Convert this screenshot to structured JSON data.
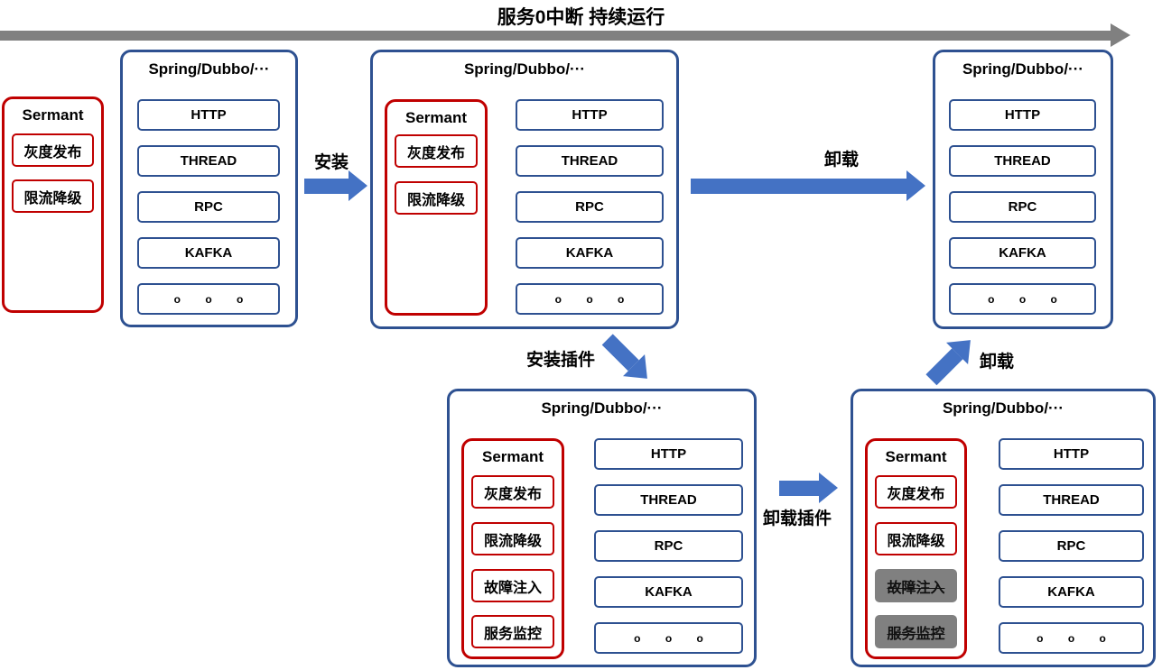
{
  "timeline": {
    "title": "服务0中断 持续运行"
  },
  "app": {
    "title": "Spring/Dubbo/···",
    "components": [
      "HTTP",
      "THREAD",
      "RPC",
      "KAFKA",
      "o o o"
    ]
  },
  "sermant": {
    "title": "Sermant",
    "plugins": [
      "灰度发布",
      "限流降级",
      "故障注入",
      "服务监控"
    ]
  },
  "arrows": {
    "install": "安装",
    "uninstall": "卸载",
    "install_plugin": "安装插件",
    "uninstall_plugin": "卸载插件",
    "uninstall_2": "卸载"
  },
  "colors": {
    "app_border": "#2e5191",
    "sermant_border": "#c00000",
    "arrow_blue": "#4472c4",
    "timeline_gray": "#808080",
    "disabled_bg": "#808080"
  }
}
